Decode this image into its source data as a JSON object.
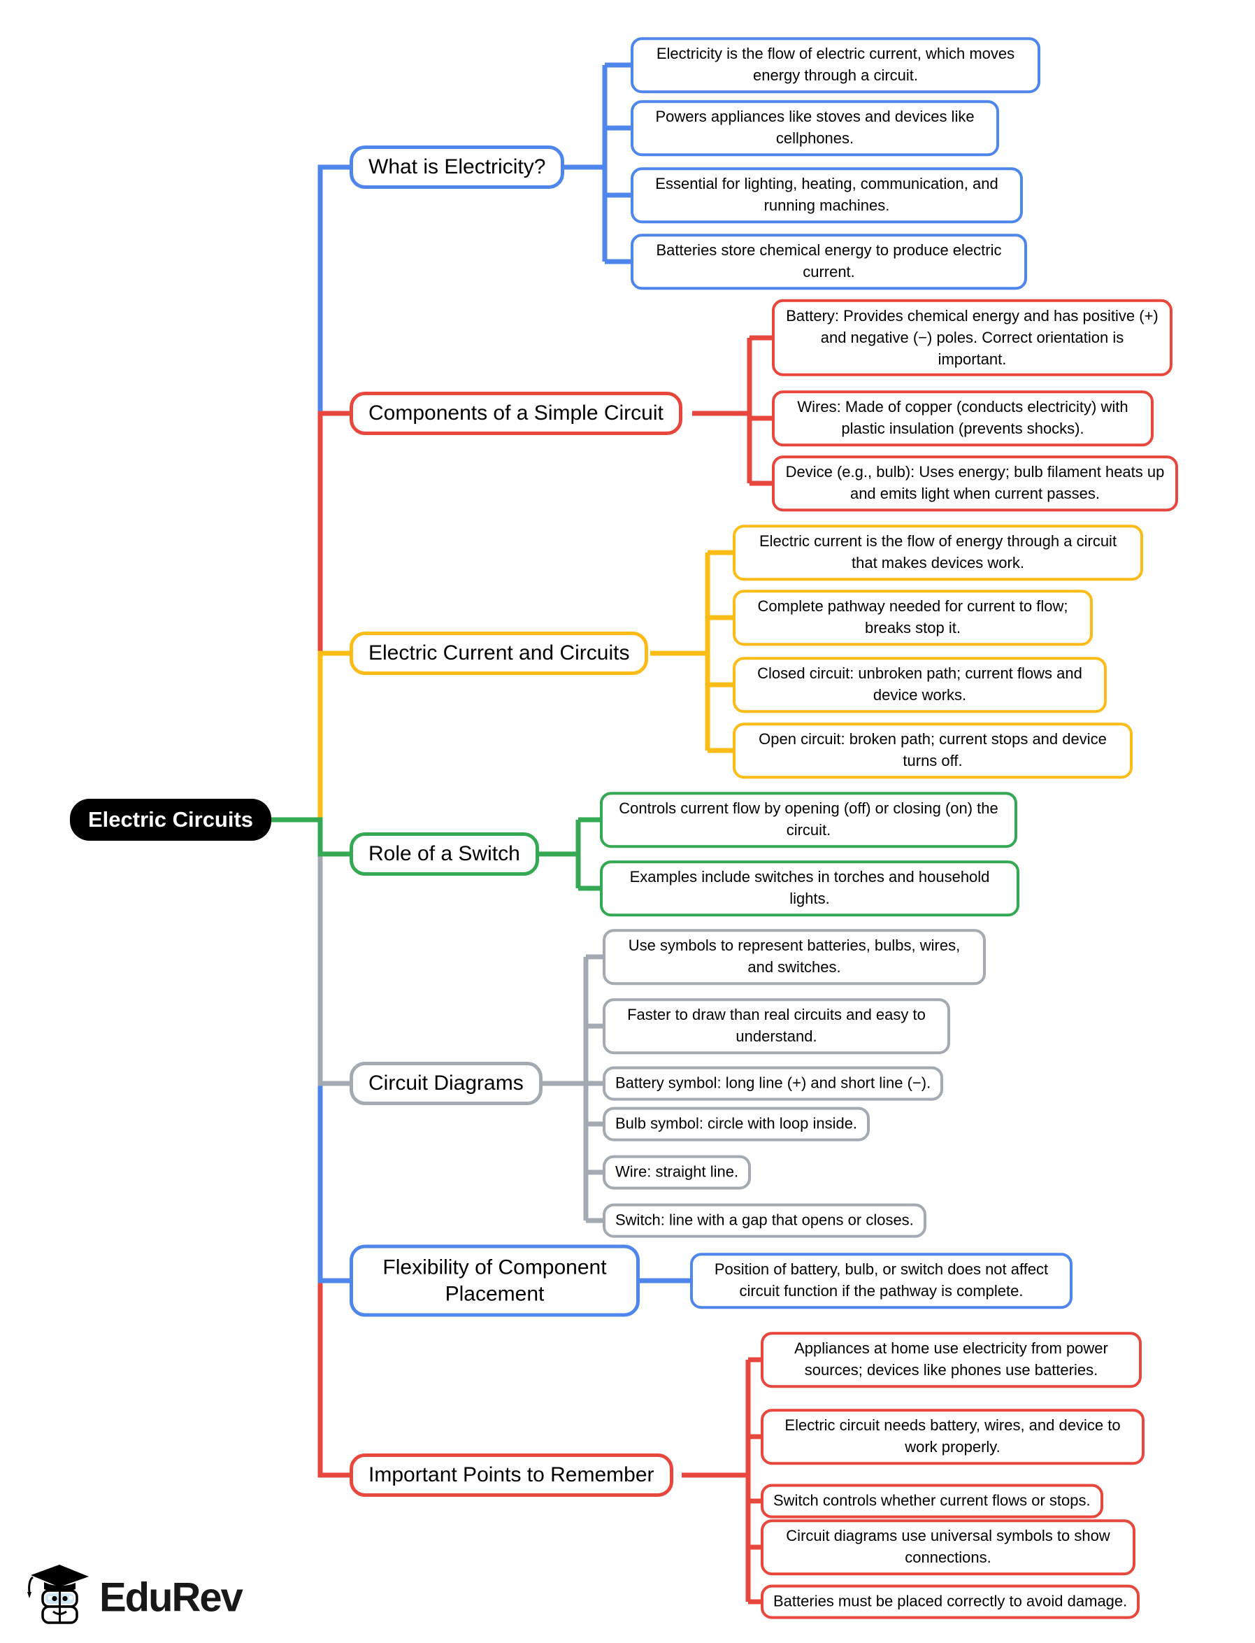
{
  "page": {
    "background": "#ffffff"
  },
  "central": {
    "label": "Electric Circuits",
    "bg_color": "#000000",
    "text_color": "#ffffff"
  },
  "logo": {
    "brand": "EduRev"
  },
  "colors": {
    "blue": "#4e86ec",
    "red": "#e8473d",
    "yellow": "#fbbc17",
    "green": "#34a853",
    "gray": "#a4aab1"
  },
  "branches": [
    {
      "label": "What is Electricity?",
      "color": "#4e86ec",
      "children": [
        "Electricity is the flow of electric current, which moves energy through a circuit.",
        "Powers appliances like stoves and devices like cellphones.",
        "Essential for lighting, heating, communication, and running machines.",
        "Batteries store chemical energy to produce electric current."
      ]
    },
    {
      "label": "Components of a Simple Circuit",
      "color": "#e8473d",
      "children": [
        "Battery: Provides chemical energy and has positive (+) and negative (−) poles. Correct orientation is important.",
        "Wires: Made of copper (conducts electricity) with plastic insulation (prevents shocks).",
        "Device (e.g., bulb): Uses energy; bulb filament heats up and emits light when current passes."
      ]
    },
    {
      "label": "Electric Current and Circuits",
      "color": "#fbbc17",
      "children": [
        "Electric current is the flow of energy through a circuit that makes devices work.",
        "Complete pathway needed for current to flow; breaks stop it.",
        "Closed circuit: unbroken path; current flows and device works.",
        "Open circuit: broken path; current stops and device turns off."
      ]
    },
    {
      "label": "Role of a Switch",
      "color": "#34a853",
      "children": [
        "Controls current flow by opening (off) or closing (on) the circuit.",
        "Examples include switches in torches and household lights."
      ]
    },
    {
      "label": "Circuit Diagrams",
      "color": "#a4aab1",
      "children": [
        "Use symbols to represent batteries, bulbs, wires, and switches.",
        "Faster to draw than real circuits and easy to understand.",
        "Battery symbol: long line (+) and short line (−).",
        "Bulb symbol: circle with loop inside.",
        "Wire: straight line.",
        "Switch: line with a gap that opens or closes."
      ]
    },
    {
      "label": "Flexibility of Component Placement",
      "color": "#4e86ec",
      "children": [
        "Position of battery, bulb, or switch does not affect circuit function if the pathway is complete."
      ]
    },
    {
      "label": "Important Points to Remember",
      "color": "#e8473d",
      "children": [
        "Appliances at home use electricity from power sources; devices like phones use batteries.",
        "Electric circuit needs battery, wires, and device to work properly.",
        "Switch controls whether current flows or stops.",
        "Circuit diagrams use universal symbols to show connections.",
        "Batteries must be placed correctly to avoid damage."
      ]
    }
  ]
}
